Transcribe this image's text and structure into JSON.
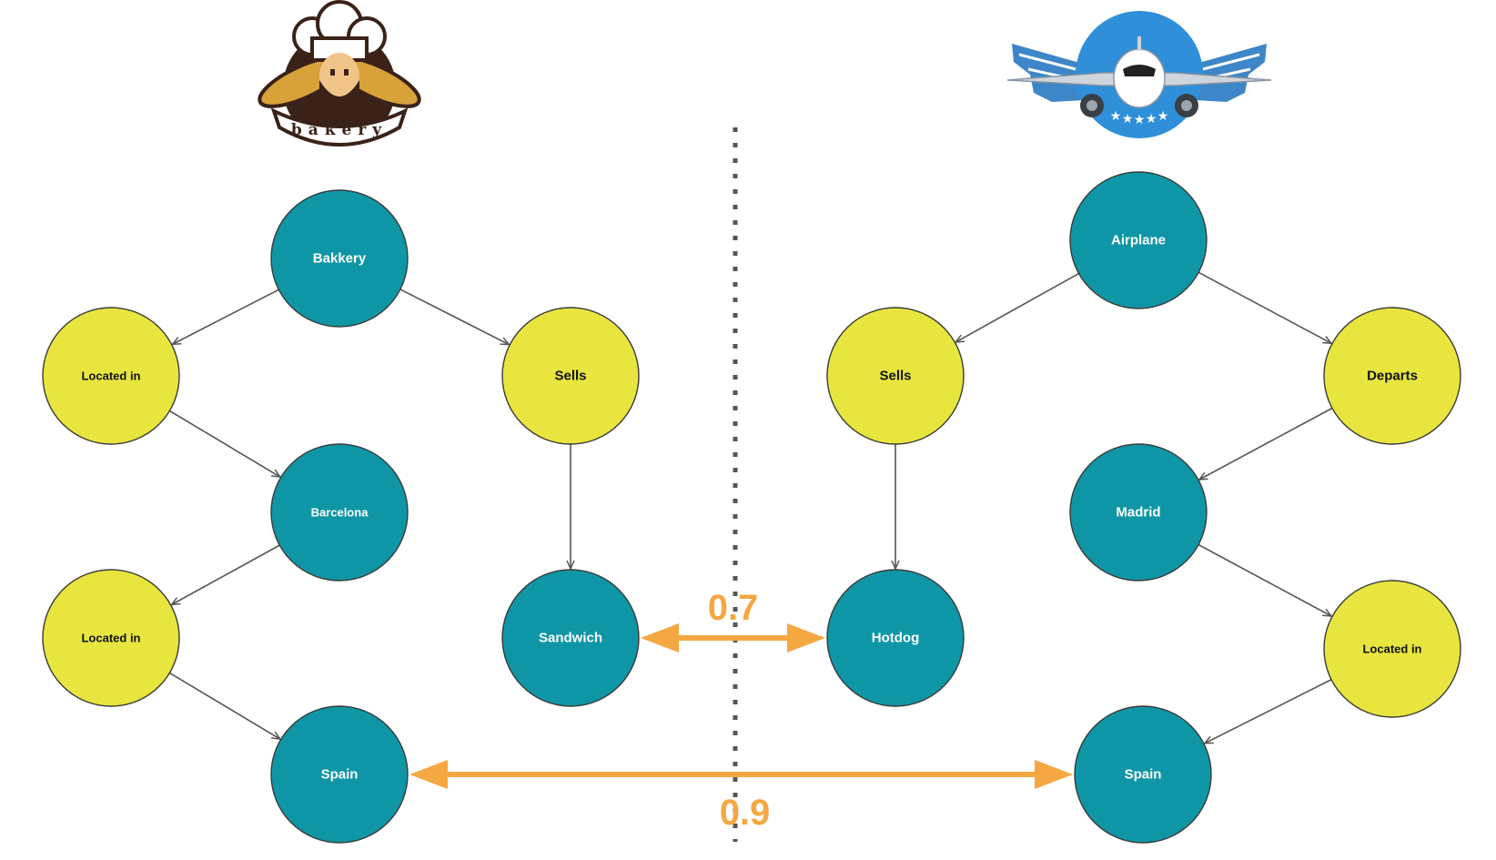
{
  "logos": {
    "left": {
      "name": "bakery-logo",
      "text": "bakery"
    },
    "right": {
      "name": "airline-logo"
    }
  },
  "graphs": {
    "left": {
      "nodes": [
        {
          "id": "bakkery",
          "label": "Bakkery",
          "kind": "entity"
        },
        {
          "id": "located-in-1",
          "label": "Located in",
          "kind": "relation"
        },
        {
          "id": "sells-left",
          "label": "Sells",
          "kind": "relation"
        },
        {
          "id": "barcelona",
          "label": "Barcelona",
          "kind": "entity"
        },
        {
          "id": "located-in-2",
          "label": "Located in",
          "kind": "relation"
        },
        {
          "id": "sandwich",
          "label": "Sandwich",
          "kind": "entity"
        },
        {
          "id": "spain-left",
          "label": "Spain",
          "kind": "entity"
        }
      ],
      "edges": [
        [
          "bakkery",
          "located-in-1"
        ],
        [
          "bakkery",
          "sells-left"
        ],
        [
          "located-in-1",
          "barcelona"
        ],
        [
          "barcelona",
          "located-in-2"
        ],
        [
          "located-in-2",
          "spain-left"
        ],
        [
          "sells-left",
          "sandwich"
        ]
      ]
    },
    "right": {
      "nodes": [
        {
          "id": "airplane",
          "label": "Airplane",
          "kind": "entity"
        },
        {
          "id": "sells-right",
          "label": "Sells",
          "kind": "relation"
        },
        {
          "id": "departs",
          "label": "Departs",
          "kind": "relation"
        },
        {
          "id": "madrid",
          "label": "Madrid",
          "kind": "entity"
        },
        {
          "id": "hotdog",
          "label": "Hotdog",
          "kind": "entity"
        },
        {
          "id": "located-in-3",
          "label": "Located in",
          "kind": "relation"
        },
        {
          "id": "spain-right",
          "label": "Spain",
          "kind": "entity"
        }
      ],
      "edges": [
        [
          "airplane",
          "sells-right"
        ],
        [
          "airplane",
          "departs"
        ],
        [
          "sells-right",
          "hotdog"
        ],
        [
          "departs",
          "madrid"
        ],
        [
          "madrid",
          "located-in-3"
        ],
        [
          "located-in-3",
          "spain-right"
        ]
      ]
    }
  },
  "similarities": [
    {
      "from": "sandwich",
      "to": "hotdog",
      "score": "0.7"
    },
    {
      "from": "spain-left",
      "to": "spain-right",
      "score": "0.9"
    }
  ],
  "colors": {
    "entity": "#0f96a6",
    "relation": "#e8e63e",
    "entity_text": "#ffffff",
    "relation_text": "#111111",
    "edge": "#555555",
    "similarity": "#f5a742",
    "divider": "#555555"
  }
}
